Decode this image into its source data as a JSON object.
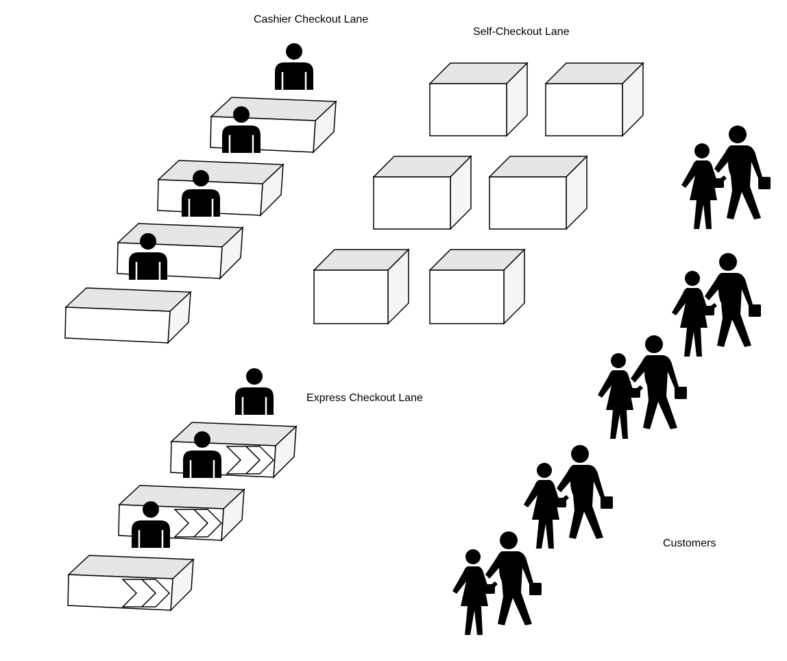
{
  "labels": {
    "cashier": "Cashier Checkout Lane",
    "self_checkout": "Self-Checkout Lane",
    "express": "Express Checkout Lane",
    "customers": "Customers"
  },
  "colors": {
    "box_top": "#e6e6e6",
    "box_face": "#ffffff",
    "box_side": "#f5f5f5",
    "stroke": "#000000",
    "figure": "#000000"
  },
  "icons": {
    "cashier": "cashier-person-icon",
    "self_checkout": "self-checkout-kiosk-icon",
    "express": "express-arrow-icon",
    "customers": "customer-pair-icon"
  }
}
